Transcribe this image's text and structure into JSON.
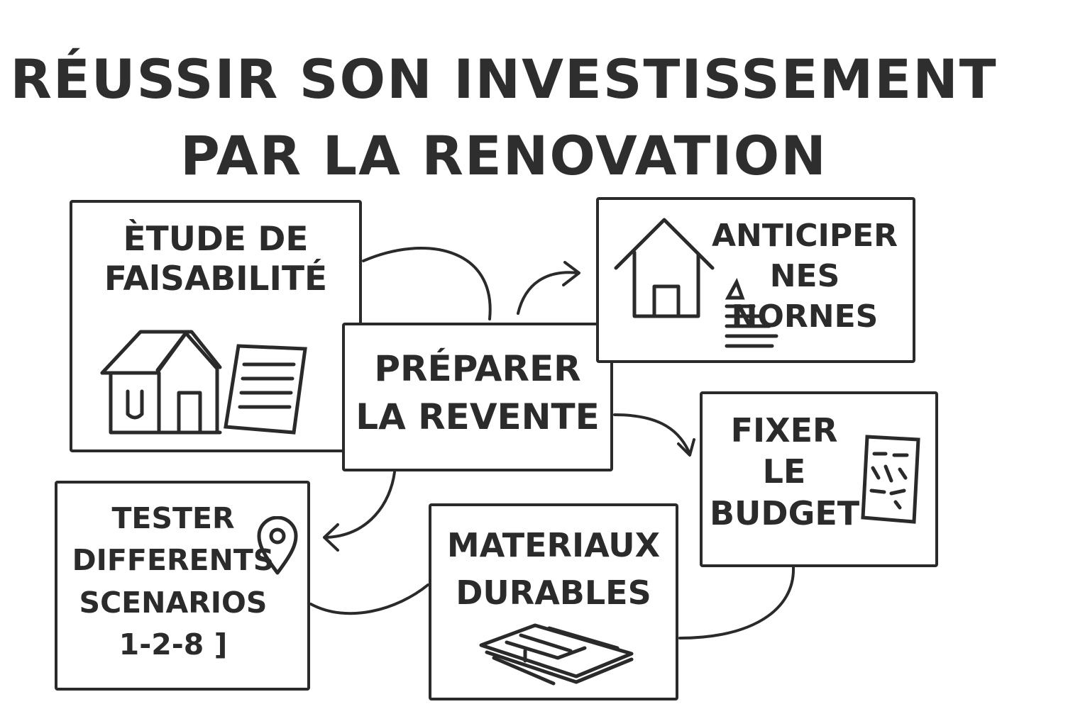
{
  "title": {
    "line1": "RÉUSSIR SON INVESTISSEMENT",
    "line2": "PAR LA RENOVATION"
  },
  "nodes": {
    "etude": {
      "lines": [
        "ÈTUDE DE",
        "FAlSABILITÉ"
      ],
      "icons": [
        "house-icon",
        "document-icon"
      ]
    },
    "preparer": {
      "lines": [
        "PRÉPARER",
        "LA REVENTE"
      ]
    },
    "anticiper": {
      "lines": [
        "ANTICIPER",
        "NES",
        "NORNES"
      ],
      "icons": [
        "house-icon",
        "energy-rating-icon"
      ]
    },
    "fixer": {
      "lines": [
        "FIXER",
        "LE",
        "BUDGET"
      ],
      "icons": [
        "receipt-icon"
      ]
    },
    "tester": {
      "lines": [
        "TESTER",
        "DIFFERENTS",
        "SCENARIOS",
        "1-2-8 ]"
      ],
      "icons": [
        "location-pin-icon"
      ]
    },
    "materiaux": {
      "lines": [
        "MATERIAUX",
        "DURABLES"
      ],
      "icons": [
        "floor-planks-icon"
      ]
    }
  },
  "colors": {
    "ink": "#2b2b2b",
    "background": "#ffffff"
  }
}
